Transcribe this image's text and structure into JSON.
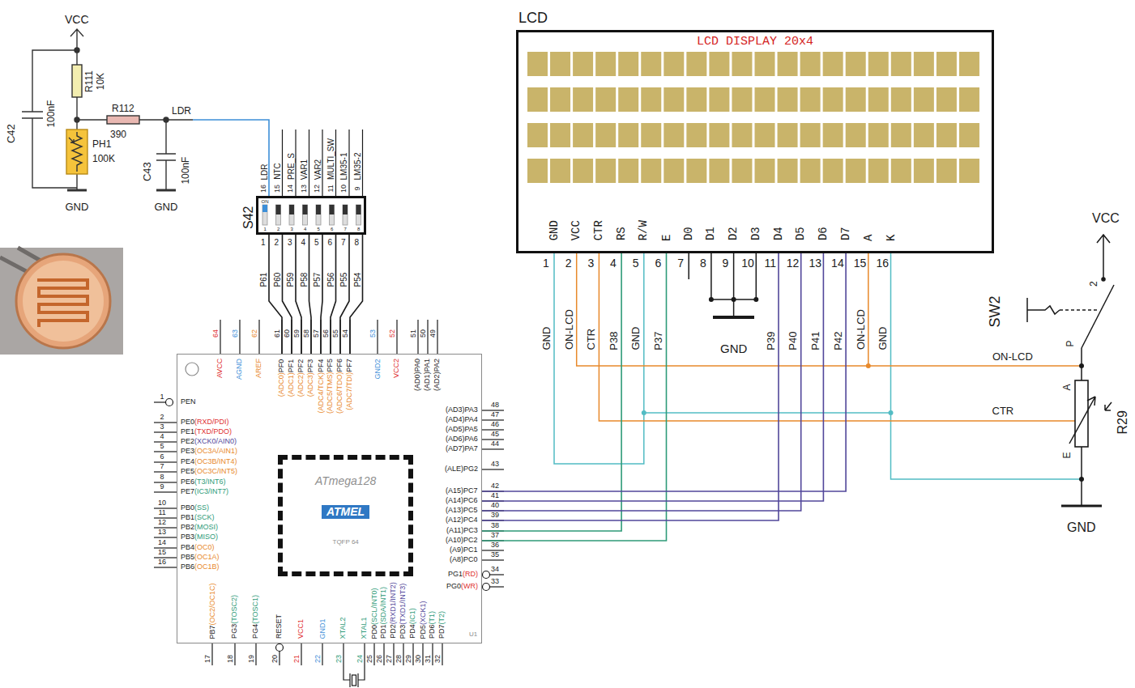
{
  "diagram": {
    "nodes": [
      {
        "text": [
          "S42"
        ]
      },
      {
        "text": [
          "LCD",
          "LCD DISPLAY 20x4"
        ]
      },
      {
        "text": [
          "U1"
        ]
      },
      {
        "text": [
          "ATmega128",
          "ATMEL",
          "TQFP 64"
        ],
        "in": 2
      }
    ],
    "edges": [
      {
        "from": 1,
        "to": 2,
        "label": "P38",
        "arrow": "none"
      },
      {
        "from": 1,
        "to": 2,
        "label": "P37",
        "arrow": "none"
      },
      {
        "from": 1,
        "to": 2,
        "label": "P39",
        "arrow": "none"
      },
      {
        "from": 1,
        "to": 2,
        "label": "P40",
        "arrow": "none"
      },
      {
        "from": 1,
        "to": 2,
        "label": "P41",
        "arrow": "none"
      },
      {
        "from": 1,
        "to": 2,
        "label": "P42",
        "arrow": "none"
      },
      {
        "from": 0,
        "to": 2,
        "label": "P61",
        "arrow": "none"
      },
      {
        "from": 0,
        "to": 2,
        "label": "P60",
        "arrow": "none"
      },
      {
        "from": 0,
        "to": 2,
        "label": "P59",
        "arrow": "none"
      },
      {
        "from": 0,
        "to": 2,
        "label": "P58",
        "arrow": "none"
      },
      {
        "from": 0,
        "to": 2,
        "label": "P57",
        "arrow": "none"
      },
      {
        "from": 0,
        "to": 2,
        "label": "P56",
        "arrow": "none"
      },
      {
        "from": 0,
        "to": 2,
        "label": "P55",
        "arrow": "none"
      },
      {
        "from": 0,
        "to": 2,
        "label": "P54",
        "arrow": "none"
      }
    ],
    "labels": [
      "VCC",
      "R111",
      "10K",
      "C42",
      "100nF",
      "R112",
      "390",
      "PH1",
      "100K",
      "GND",
      "C43",
      "100nF",
      "GND",
      "LDR",
      "LDR",
      "NTC",
      "PRE_S",
      "VAR1",
      "VAR2",
      "MULTI_SW",
      "LM35-1",
      "LM35-2",
      "16",
      "15",
      "14",
      "13",
      "12",
      "11",
      "10",
      "9",
      "1",
      "2",
      "3",
      "4",
      "5",
      "6",
      "7",
      "8",
      "ON",
      "1",
      "2",
      "3",
      "4",
      "5",
      "6",
      "7",
      "8",
      "64",
      "63",
      "62",
      "61",
      "60",
      "59",
      "58",
      "57",
      "56",
      "55",
      "54",
      "53",
      "52",
      "51",
      "50",
      "49",
      "AVCC",
      "AGND",
      "AREF",
      "(ADC0)PF0",
      "(ADC1)PF1",
      "(ADC2)PF2",
      "(ADC3)PF3",
      "(ADC4/TCK)PF4",
      "(ADC5/TMS)PF5",
      "(ADC6/TDO)PF6",
      "(ADC7/TDI)PF7",
      "GND2",
      "VCC2",
      "(AD0)PA0",
      "(AD1)PA1",
      "(AD2)PA2",
      "1",
      "2",
      "3",
      "4",
      "5",
      "6",
      "7",
      "8",
      "9",
      "10",
      "11",
      "12",
      "13",
      "14",
      "15",
      "16",
      "PEN",
      "PE0(RXD/PDI)",
      "PE1(TXD/PDO)",
      "PE2(XCK0/AIN0)",
      "PE3(OC3A/AIN1)",
      "PE4(OC3B/INT4)",
      "PE5(OC3C/INT5)",
      "PE6(T3/INT6)",
      "PE7(IC3/INT7)",
      "PB0(SS)",
      "PB1(SCK)",
      "PB2(MOSI)",
      "PB3(MISO)",
      "PB4(OC0)",
      "PB5(OC1A)",
      "PB6(OC1B)",
      "17",
      "18",
      "19",
      "20",
      "21",
      "22",
      "23",
      "24",
      "25",
      "26",
      "27",
      "28",
      "29",
      "30",
      "31",
      "32",
      "PB7(OC2/OC1C)",
      "PG3(TOSC2)",
      "PG4(TOSC1)",
      "RESET",
      "VCC1",
      "GND1",
      "XTAL2",
      "XTAL1",
      "PD0(SCL/INT0)",
      "PD1(SDA/INT1)",
      "PD2(RXD1/INT2)",
      "PD3(TXD1/INT3)",
      "PD4(IC1)",
      "PD5(XCK1)",
      "PD6(T1)",
      "PD7(T2)",
      "48",
      "47",
      "46",
      "45",
      "44",
      "43",
      "42",
      "41",
      "40",
      "39",
      "38",
      "37",
      "36",
      "35",
      "34",
      "33",
      "(AD3)PA3",
      "(AD4)PA4",
      "(AD5)PA5",
      "(AD6)PA6",
      "(AD7)PA7",
      "(ALE)PG2",
      "(A15)PC7",
      "(A14)PC6",
      "(A13)PC5",
      "(A12)PC4",
      "(A11)PC3",
      "(A10)PC2",
      "(A9)PC1",
      "(A8)PC0",
      "PG1(RD)",
      "PG0(WR)",
      "GND",
      "VCC",
      "CTR",
      "RS",
      "R/W",
      "E",
      "D0",
      "D1",
      "D2",
      "D3",
      "D4",
      "D5",
      "D6",
      "D7",
      "A",
      "K",
      "1",
      "2",
      "3",
      "4",
      "5",
      "6",
      "7",
      "8",
      "9",
      "10",
      "11",
      "12",
      "13",
      "14",
      "15",
      "16",
      "GND",
      "ON-LCD",
      "CTR",
      "GND",
      "ON-LCD",
      "GND",
      "GND",
      "VCC",
      "SW2",
      "2",
      "P",
      "ON-LCD",
      "CTR",
      "A",
      "R29",
      "E",
      "GND"
    ]
  }
}
